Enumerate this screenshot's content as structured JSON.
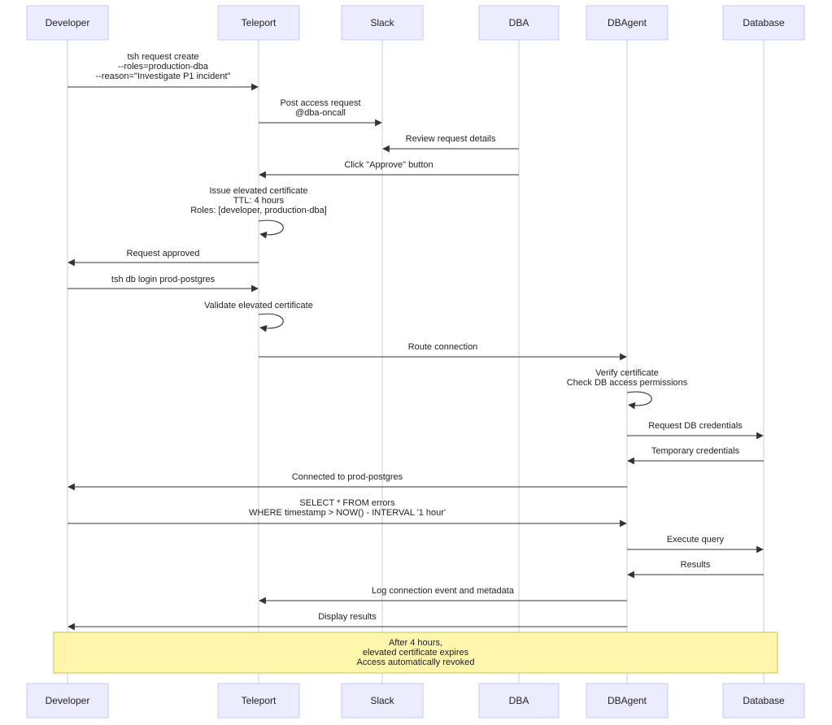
{
  "participants": [
    {
      "id": "dev",
      "label": "Developer"
    },
    {
      "id": "tp",
      "label": "Teleport"
    },
    {
      "id": "slack",
      "label": "Slack"
    },
    {
      "id": "dba",
      "label": "DBA"
    },
    {
      "id": "agent",
      "label": "DBAgent"
    },
    {
      "id": "db",
      "label": "Database"
    }
  ],
  "messages": [
    {
      "from": "dev",
      "to": "tp",
      "lines": [
        "tsh request create",
        "--roles=production-dba",
        "--reason=\"Investigate P1 incident\""
      ]
    },
    {
      "from": "tp",
      "to": "slack",
      "lines": [
        "Post access request",
        "@dba-oncall"
      ]
    },
    {
      "from": "dba",
      "to": "slack",
      "lines": [
        "Review request details"
      ]
    },
    {
      "from": "dba",
      "to": "tp",
      "lines": [
        "Click \"Approve\" button"
      ]
    },
    {
      "from": "tp",
      "to": "tp",
      "lines": [
        "Issue elevated certificate",
        "TTL: 4 hours",
        "Roles: [developer, production-dba]"
      ]
    },
    {
      "from": "tp",
      "to": "dev",
      "lines": [
        "Request approved"
      ]
    },
    {
      "from": "dev",
      "to": "tp",
      "lines": [
        "tsh db login prod-postgres"
      ]
    },
    {
      "from": "tp",
      "to": "tp",
      "lines": [
        "Validate elevated certificate"
      ]
    },
    {
      "from": "tp",
      "to": "agent",
      "lines": [
        "Route connection"
      ]
    },
    {
      "from": "agent",
      "to": "agent",
      "lines": [
        "Verify certificate",
        "Check DB access permissions"
      ]
    },
    {
      "from": "agent",
      "to": "db",
      "lines": [
        "Request DB credentials"
      ]
    },
    {
      "from": "db",
      "to": "agent",
      "lines": [
        "Temporary credentials"
      ]
    },
    {
      "from": "agent",
      "to": "dev",
      "lines": [
        "Connected to prod-postgres"
      ]
    },
    {
      "from": "dev",
      "to": "agent",
      "lines": [
        "SELECT * FROM errors",
        "WHERE timestamp > NOW() - INTERVAL '1 hour'"
      ]
    },
    {
      "from": "agent",
      "to": "db",
      "lines": [
        "Execute query"
      ]
    },
    {
      "from": "db",
      "to": "agent",
      "lines": [
        "Results"
      ]
    },
    {
      "from": "agent",
      "to": "tp",
      "lines": [
        "Log connection event and metadata"
      ]
    },
    {
      "from": "agent",
      "to": "dev",
      "lines": [
        "Display results"
      ]
    }
  ],
  "note": {
    "lines": [
      "After 4 hours,",
      "elevated certificate expires",
      "Access automatically revoked"
    ]
  },
  "colors": {
    "actor_fill": "#ececff",
    "actor_stroke": "#c8c8f4",
    "note_fill": "#fff5ad",
    "line": "#333333"
  }
}
